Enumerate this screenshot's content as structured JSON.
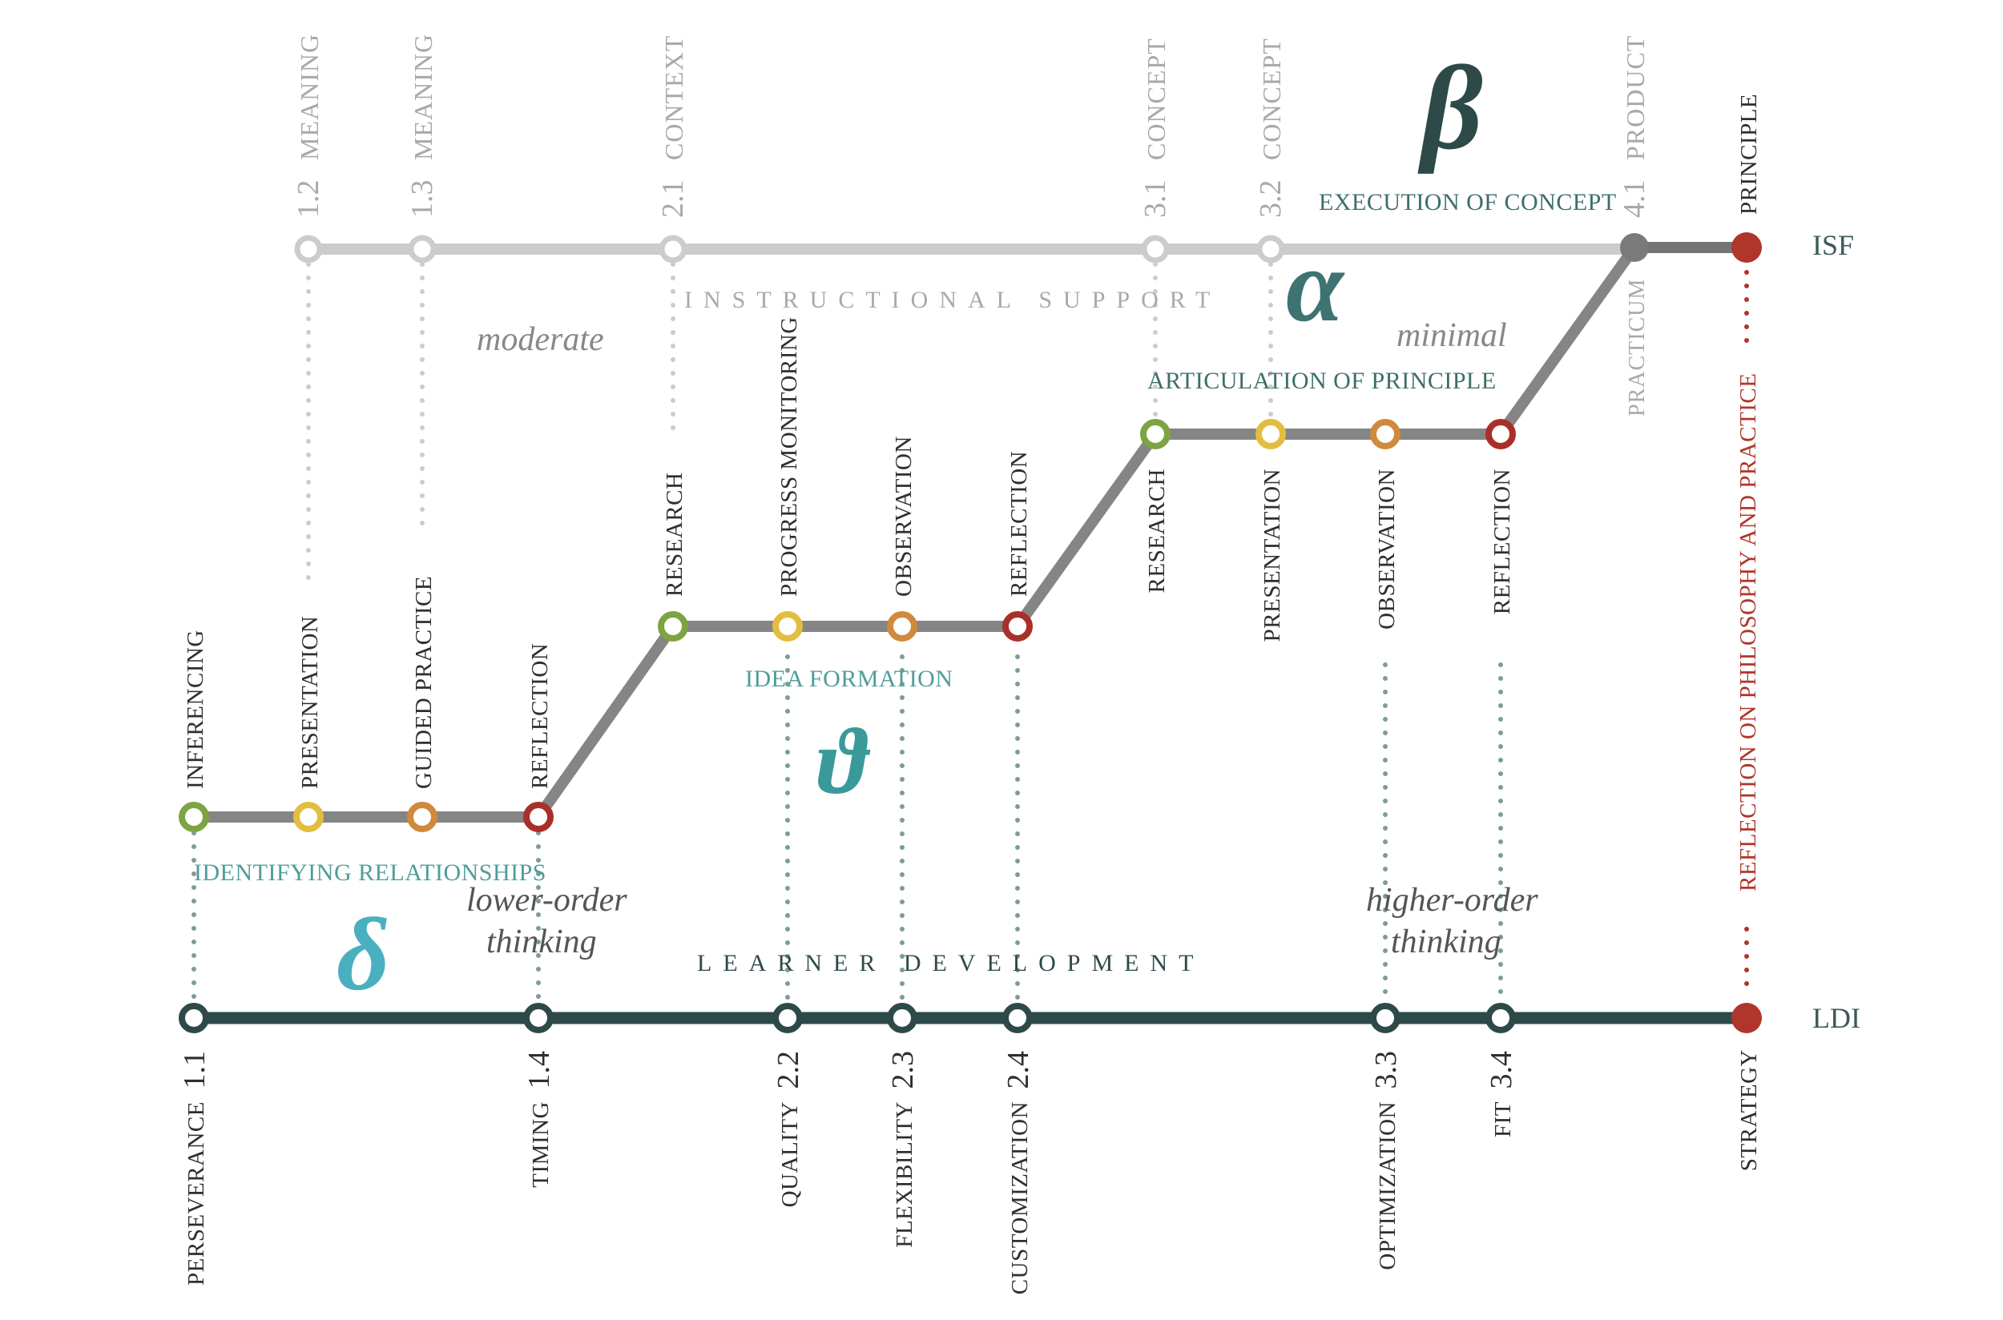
{
  "colors": {
    "green": "#7da442",
    "yellow": "#e3bd3f",
    "orange": "#cf8a3c",
    "red": "#a9302a",
    "isf_line": "#cccccc",
    "mid_line": "#858585",
    "ldi_line": "#2d4a49",
    "teal": "#4e9d9b",
    "teal_dark": "#2f5d5a",
    "grey_text": "#a9a9a9",
    "dark_text": "#2f2f2f"
  },
  "tracks": {
    "isf_label": "ISF",
    "ldi_label": "LDI",
    "instructional_support": "INSTRUCTIONAL SUPPORT",
    "learner_development": "LEARNER DEVELOPMENT"
  },
  "isf_stops": [
    {
      "num": "1.2",
      "label": "MEANING"
    },
    {
      "num": "1.3",
      "label": "MEANING"
    },
    {
      "num": "2.1",
      "label": "CONTEXT"
    },
    {
      "num": "3.1",
      "label": "CONCEPT"
    },
    {
      "num": "3.2",
      "label": "CONCEPT"
    },
    {
      "num": "4.1",
      "label": "PRODUCT"
    }
  ],
  "principle_label": "PRINCIPLE",
  "practicum_label": "PRACTICUM",
  "stage1": [
    {
      "label": "INFERENCING",
      "color": "green"
    },
    {
      "label": "PRESENTATION",
      "color": "yellow"
    },
    {
      "label": "GUIDED PRACTICE",
      "color": "orange"
    },
    {
      "label": "REFLECTION",
      "color": "red"
    }
  ],
  "stage2": [
    {
      "label": "RESEARCH",
      "color": "green"
    },
    {
      "label": "PROGRESS MONITORING",
      "color": "yellow"
    },
    {
      "label": "OBSERVATION",
      "color": "orange"
    },
    {
      "label": "REFLECTION",
      "color": "red"
    }
  ],
  "stage3": [
    {
      "label": "RESEARCH",
      "color": "green"
    },
    {
      "label": "PRESENTATION",
      "color": "yellow"
    },
    {
      "label": "OBSERVATION",
      "color": "orange"
    },
    {
      "label": "REFLECTION",
      "color": "red"
    }
  ],
  "ldi_stops": [
    {
      "num": "1.1",
      "label": "PERSEVERANCE"
    },
    {
      "num": "1.4",
      "label": "TIMING"
    },
    {
      "num": "2.2",
      "label": "QUALITY"
    },
    {
      "num": "2.3",
      "label": "FLEXIBILITY"
    },
    {
      "num": "2.4",
      "label": "CUSTOMIZATION"
    },
    {
      "num": "3.3",
      "label": "OPTIMIZATION"
    },
    {
      "num": "3.4",
      "label": "FIT"
    }
  ],
  "strategy_label": "STRATEGY",
  "reflection_practice": "REFLECTION ON PHILOSOPHY AND PRACTICE",
  "phases": {
    "delta_text": "IDENTIFYING RELATIONSHIPS",
    "theta_text": "IDEA FORMATION",
    "alpha_text": "ARTICULATION OF PRINCIPLE",
    "beta_text": "EXECUTION OF CONCEPT"
  },
  "greek": {
    "delta": "δ",
    "theta": "ϑ",
    "alpha": "α",
    "beta": "β"
  },
  "annotations": {
    "moderate": "moderate",
    "minimal": "minimal",
    "lower_1": "lower-order",
    "lower_2": "thinking",
    "higher_1": "higher-order",
    "higher_2": "thinking"
  }
}
